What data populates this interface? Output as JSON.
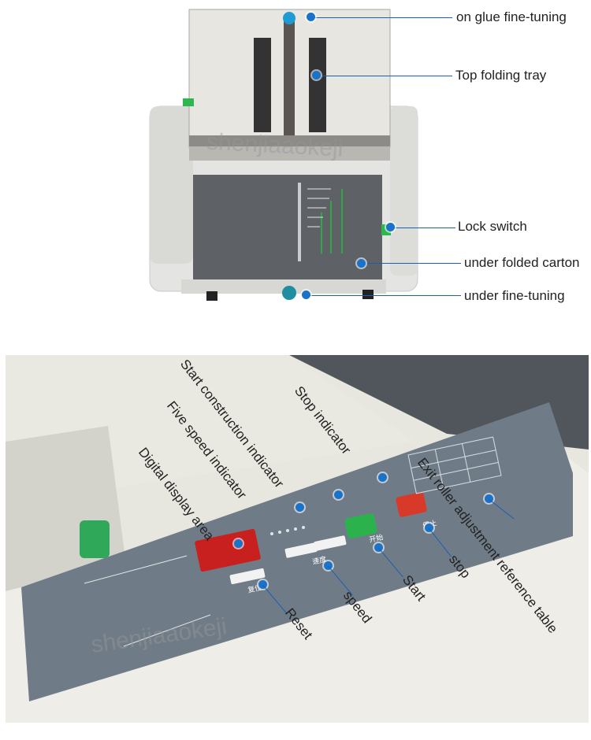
{
  "top_photo": {
    "labels": {
      "on_glue": "on glue fine-tuning",
      "top_tray": "Top folding tray",
      "lock_switch": "Lock switch",
      "under_carton": "under folded carton",
      "under_fine": "under fine-tuning"
    },
    "watermark": "shenjiaaokeji"
  },
  "bottom_photo": {
    "labels": {
      "start_construction": "Start construction indicator",
      "stop_indicator": "Stop indicator",
      "five_speed": "Five speed indicator",
      "digital_display": "Digital display area",
      "exit_roller": "Exit roller adjustment reference table",
      "stop": "stop",
      "start": "Start",
      "speed": "speed",
      "reset": "Reset"
    },
    "panel_text": {
      "start_btn": "开始",
      "stop_btn": "停止",
      "speed_btn": "速度",
      "reset_btn": "复位"
    },
    "watermark": "shenjiaaokeji"
  },
  "colors": {
    "annotation_dot": "#1a73c9",
    "annotation_line": "#1a5fb0",
    "display_red": "#c8201e",
    "start_green": "#2cb24c",
    "stop_red": "#d83a2a"
  }
}
